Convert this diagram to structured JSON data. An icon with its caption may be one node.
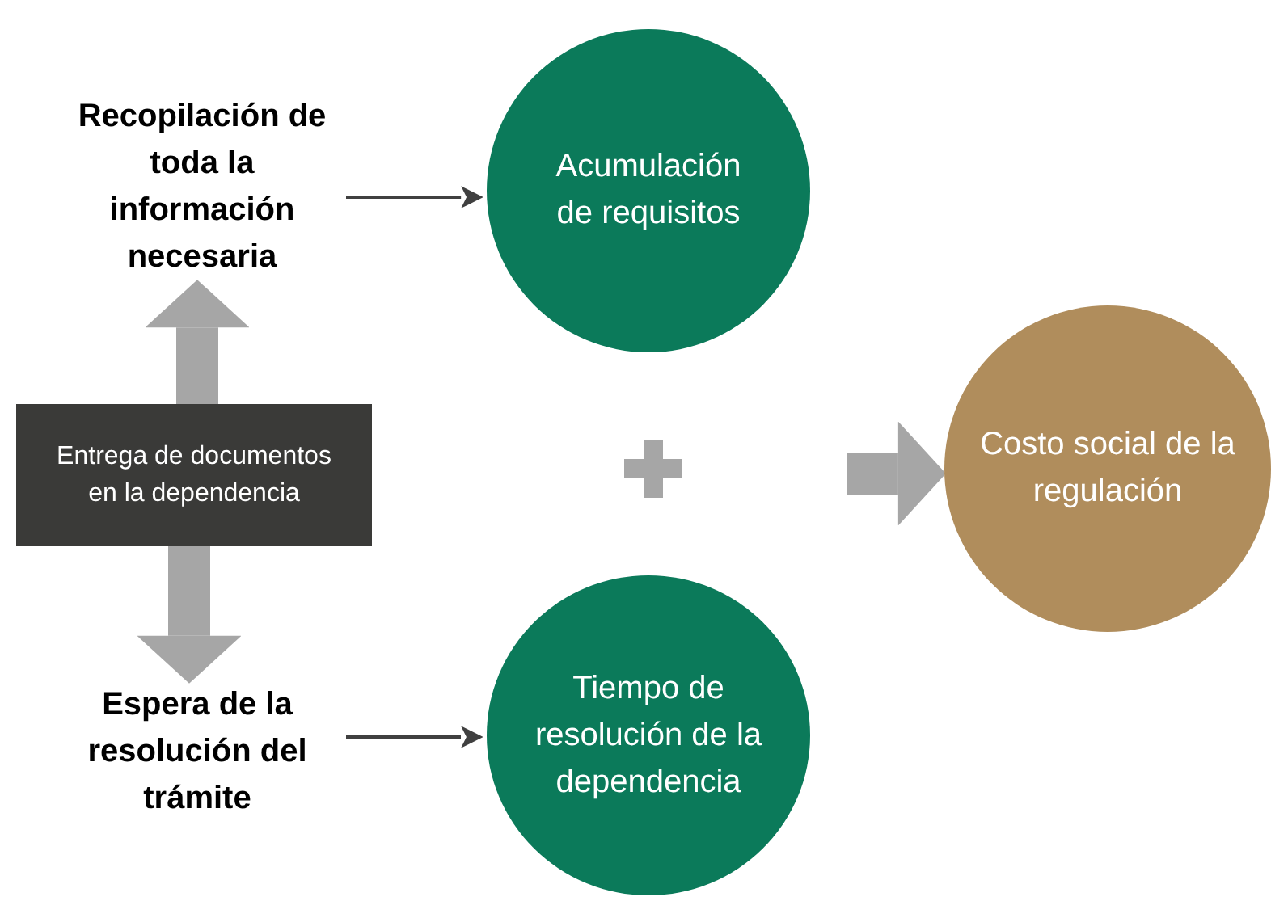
{
  "diagram": {
    "nodes": [
      {
        "text": [
          "Recopilación de toda la información necesaria"
        ]
      },
      {
        "text": [
          "Acumulación de requisitos"
        ]
      },
      {
        "text": [
          "Entrega de documentos en la dependencia"
        ]
      },
      {
        "text": [
          "Espera de la resolución del trámite"
        ]
      },
      {
        "text": [
          "Tiempo de resolución de la dependencia"
        ]
      },
      {
        "text": [
          "Costo social de la regulación"
        ]
      }
    ],
    "edges": [
      {
        "from": 0,
        "to": 1,
        "arrow": "to",
        "color": "#404040"
      },
      {
        "from": 2,
        "to": 0,
        "arrow": "to"
      },
      {
        "from": 2,
        "to": 3,
        "arrow": "to"
      },
      {
        "from": 3,
        "to": 4,
        "arrow": "to",
        "color": "#404040"
      },
      {
        "from": null,
        "to": 5,
        "arrow": "to"
      }
    ]
  }
}
